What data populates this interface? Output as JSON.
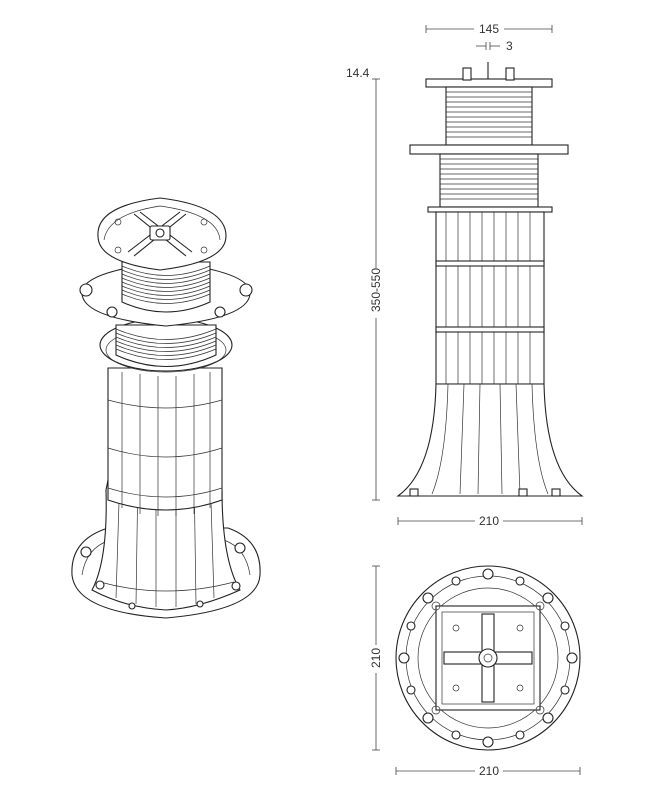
{
  "dimensions": {
    "top_width": "145",
    "gap": "3",
    "head_thickness": "14.4",
    "height_range": "350-550",
    "side_base_width": "210",
    "plan_height": "210",
    "plan_width": "210"
  }
}
